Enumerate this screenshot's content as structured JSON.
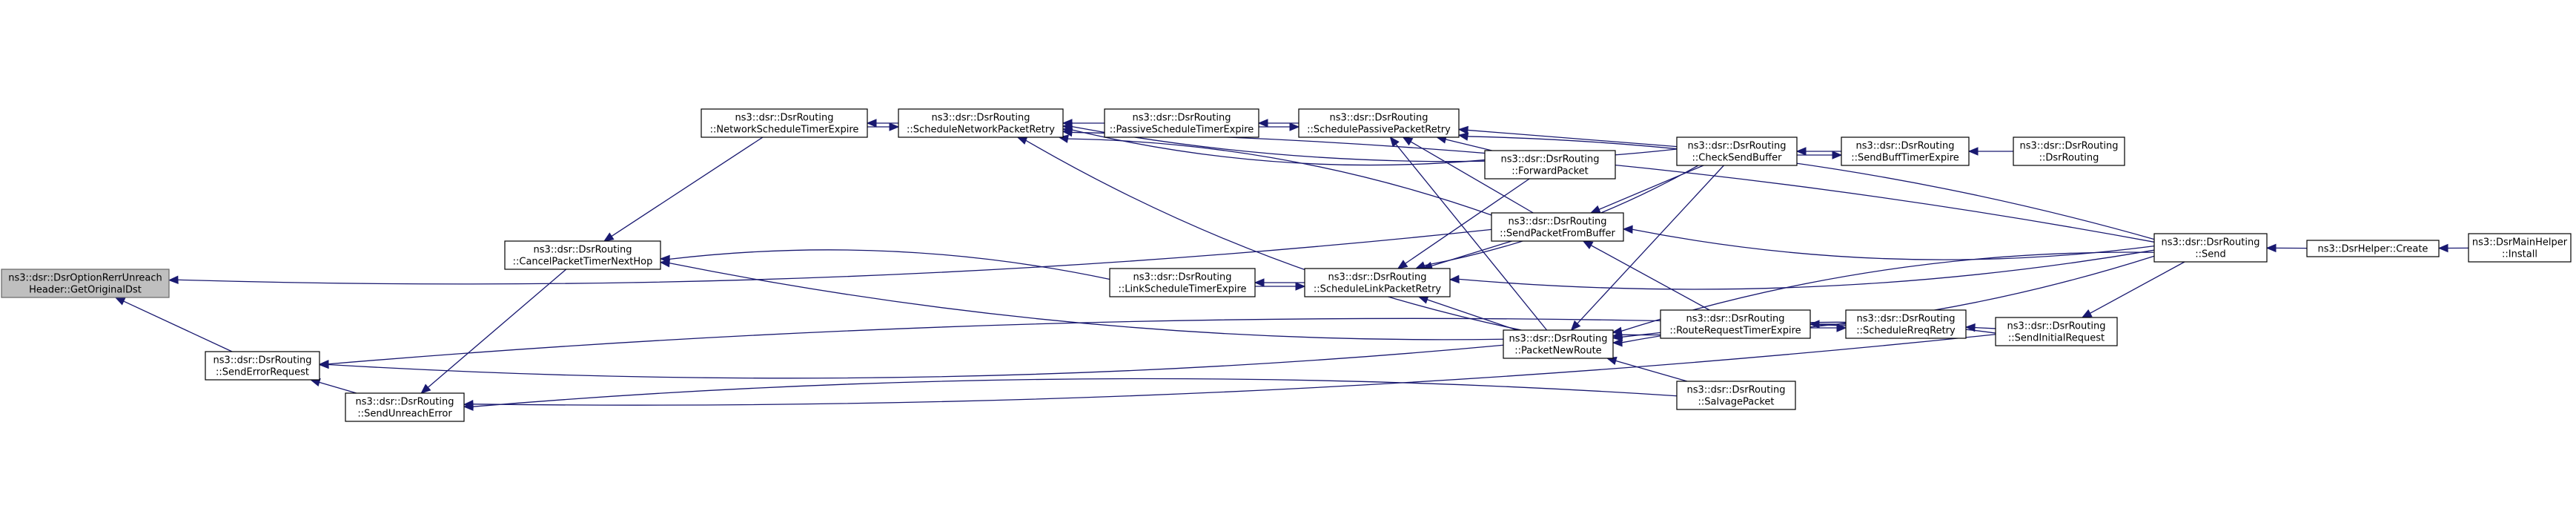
{
  "nodes": [
    {
      "id": "root",
      "lines": [
        "ns3::dsr::DsrOptionRerrUnreach",
        "Header::GetOriginalDst"
      ],
      "root": true
    },
    {
      "id": "sendErrorRequest",
      "lines": [
        "ns3::dsr::DsrRouting",
        "::SendErrorRequest"
      ]
    },
    {
      "id": "sendUnreachError",
      "lines": [
        "ns3::dsr::DsrRouting",
        "::SendUnreachError"
      ]
    },
    {
      "id": "cancelPacketTimer",
      "lines": [
        "ns3::dsr::DsrRouting",
        "::CancelPacketTimerNextHop"
      ]
    },
    {
      "id": "networkScheduleTimerExpire",
      "lines": [
        "ns3::dsr::DsrRouting",
        "::NetworkScheduleTimerExpire"
      ]
    },
    {
      "id": "scheduleNetworkPacketRetry",
      "lines": [
        "ns3::dsr::DsrRouting",
        "::ScheduleNetworkPacketRetry"
      ]
    },
    {
      "id": "passiveScheduleTimerExpire",
      "lines": [
        "ns3::dsr::DsrRouting",
        "::PassiveScheduleTimerExpire"
      ]
    },
    {
      "id": "schedulePassivePacketRetry",
      "lines": [
        "ns3::dsr::DsrRouting",
        "::SchedulePassivePacketRetry"
      ]
    },
    {
      "id": "forwardPacket",
      "lines": [
        "ns3::dsr::DsrRouting",
        "::ForwardPacket"
      ]
    },
    {
      "id": "sendPacketFromBuffer",
      "lines": [
        "ns3::dsr::DsrRouting",
        "::SendPacketFromBuffer"
      ]
    },
    {
      "id": "linkScheduleTimerExpire",
      "lines": [
        "ns3::dsr::DsrRouting",
        "::LinkScheduleTimerExpire"
      ]
    },
    {
      "id": "scheduleLinkPacketRetry",
      "lines": [
        "ns3::dsr::DsrRouting",
        "::ScheduleLinkPacketRetry"
      ]
    },
    {
      "id": "packetNewRoute",
      "lines": [
        "ns3::dsr::DsrRouting",
        "::PacketNewRoute"
      ]
    },
    {
      "id": "checkSendBuffer",
      "lines": [
        "ns3::dsr::DsrRouting",
        "::CheckSendBuffer"
      ]
    },
    {
      "id": "routeRequestTimerExpire",
      "lines": [
        "ns3::dsr::DsrRouting",
        "::RouteRequestTimerExpire"
      ]
    },
    {
      "id": "salvagePacket",
      "lines": [
        "ns3::dsr::DsrRouting",
        "::SalvagePacket"
      ]
    },
    {
      "id": "sendBuffTimerExpire",
      "lines": [
        "ns3::dsr::DsrRouting",
        "::SendBuffTimerExpire"
      ]
    },
    {
      "id": "dsrRoutingCtor",
      "lines": [
        "ns3::dsr::DsrRouting",
        "::DsrRouting"
      ]
    },
    {
      "id": "scheduleRreqRetry",
      "lines": [
        "ns3::dsr::DsrRouting",
        "::ScheduleRreqRetry"
      ]
    },
    {
      "id": "sendInitialRequest",
      "lines": [
        "ns3::dsr::DsrRouting",
        "::SendInitialRequest"
      ]
    },
    {
      "id": "send",
      "lines": [
        "ns3::dsr::DsrRouting",
        "::Send"
      ]
    },
    {
      "id": "helperCreate",
      "lines": [
        "ns3::DsrHelper::Create"
      ]
    },
    {
      "id": "mainHelperInstall",
      "lines": [
        "ns3::DsrMainHelper",
        "::Install"
      ]
    }
  ],
  "edges": [
    {
      "from": "sendErrorRequest",
      "to": "root"
    },
    {
      "from": "sendPacketFromBuffer",
      "to": "root"
    },
    {
      "from": "sendUnreachError",
      "to": "sendErrorRequest"
    },
    {
      "from": "cancelPacketTimer",
      "to": "sendUnreachError"
    },
    {
      "from": "networkScheduleTimerExpire",
      "to": "cancelPacketTimer"
    },
    {
      "from": "scheduleNetworkPacketRetry",
      "to": "networkScheduleTimerExpire"
    },
    {
      "from": "networkScheduleTimerExpire",
      "to": "scheduleNetworkPacketRetry"
    },
    {
      "from": "passiveScheduleTimerExpire",
      "to": "scheduleNetworkPacketRetry"
    },
    {
      "from": "schedulePassivePacketRetry",
      "to": "passiveScheduleTimerExpire"
    },
    {
      "from": "passiveScheduleTimerExpire",
      "to": "schedulePassivePacketRetry"
    },
    {
      "from": "linkScheduleTimerExpire",
      "to": "cancelPacketTimer"
    },
    {
      "from": "scheduleLinkPacketRetry",
      "to": "linkScheduleTimerExpire"
    },
    {
      "from": "linkScheduleTimerExpire",
      "to": "scheduleLinkPacketRetry"
    },
    {
      "from": "forwardPacket",
      "to": "schedulePassivePacketRetry"
    },
    {
      "from": "sendPacketFromBuffer",
      "to": "schedulePassivePacketRetry"
    },
    {
      "from": "checkSendBuffer",
      "to": "schedulePassivePacketRetry"
    },
    {
      "from": "packetNewRoute",
      "to": "schedulePassivePacketRetry"
    },
    {
      "from": "forwardPacket",
      "to": "scheduleNetworkPacketRetry"
    },
    {
      "from": "sendPacketFromBuffer",
      "to": "scheduleNetworkPacketRetry"
    },
    {
      "from": "checkSendBuffer",
      "to": "scheduleNetworkPacketRetry"
    },
    {
      "from": "send",
      "to": "scheduleNetworkPacketRetry"
    },
    {
      "from": "packetNewRoute",
      "to": "scheduleNetworkPacketRetry"
    },
    {
      "from": "send",
      "to": "schedulePassivePacketRetry"
    },
    {
      "from": "forwardPacket",
      "to": "scheduleLinkPacketRetry"
    },
    {
      "from": "sendPacketFromBuffer",
      "to": "scheduleLinkPacketRetry"
    },
    {
      "from": "checkSendBuffer",
      "to": "scheduleLinkPacketRetry"
    },
    {
      "from": "packetNewRoute",
      "to": "scheduleLinkPacketRetry"
    },
    {
      "from": "send",
      "to": "scheduleLinkPacketRetry"
    },
    {
      "from": "checkSendBuffer",
      "to": "sendPacketFromBuffer"
    },
    {
      "from": "send",
      "to": "sendPacketFromBuffer"
    },
    {
      "from": "routeRequestTimerExpire",
      "to": "sendPacketFromBuffer"
    },
    {
      "from": "sendBuffTimerExpire",
      "to": "checkSendBuffer"
    },
    {
      "from": "checkSendBuffer",
      "to": "sendBuffTimerExpire"
    },
    {
      "from": "dsrRoutingCtor",
      "to": "sendBuffTimerExpire"
    },
    {
      "from": "checkSendBuffer",
      "to": "packetNewRoute"
    },
    {
      "from": "send",
      "to": "packetNewRoute"
    },
    {
      "from": "routeRequestTimerExpire",
      "to": "packetNewRoute"
    },
    {
      "from": "salvagePacket",
      "to": "packetNewRoute"
    },
    {
      "from": "sendInitialRequest",
      "to": "packetNewRoute"
    },
    {
      "from": "scheduleRreqRetry",
      "to": "routeRequestTimerExpire"
    },
    {
      "from": "routeRequestTimerExpire",
      "to": "scheduleRreqRetry"
    },
    {
      "from": "sendInitialRequest",
      "to": "scheduleRreqRetry"
    },
    {
      "from": "send",
      "to": "sendInitialRequest"
    },
    {
      "from": "helperCreate",
      "to": "send"
    },
    {
      "from": "mainHelperInstall",
      "to": "helperCreate"
    },
    {
      "from": "packetNewRoute",
      "to": "sendErrorRequest"
    },
    {
      "from": "salvagePacket",
      "to": "sendUnreachError"
    },
    {
      "from": "packetNewRoute",
      "to": "cancelPacketTimer"
    },
    {
      "from": "scheduleRreqRetry",
      "to": "sendErrorRequest"
    },
    {
      "from": "sendInitialRequest",
      "to": "sendUnreachError"
    },
    {
      "from": "send",
      "to": "packetNewRoute"
    }
  ]
}
